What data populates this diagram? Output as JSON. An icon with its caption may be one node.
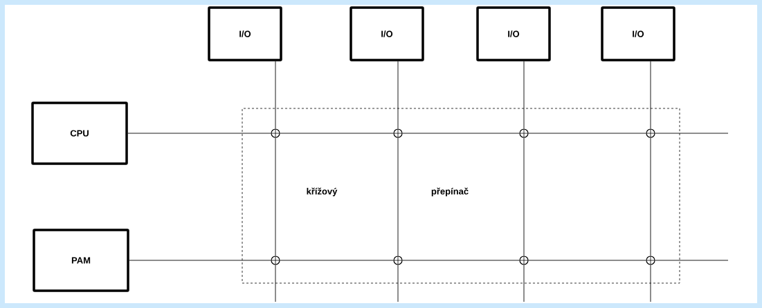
{
  "diagram": {
    "nodes": [
      {
        "text": [
          "křížový",
          "přepínač"
        ]
      },
      {
        "text": [
          "I/O"
        ]
      },
      {
        "text": [
          "I/O"
        ]
      },
      {
        "text": [
          "I/O"
        ]
      },
      {
        "text": [
          "I/O"
        ]
      },
      {
        "text": [
          "CPU"
        ]
      },
      {
        "text": [
          "PAM"
        ]
      },
      {
        "text": [],
        "shape": "circle",
        "in": 0
      },
      {
        "text": [],
        "shape": "circle",
        "in": 0
      },
      {
        "text": [],
        "shape": "circle",
        "in": 0
      },
      {
        "text": [],
        "shape": "circle",
        "in": 0
      },
      {
        "text": [],
        "shape": "circle",
        "in": 0
      },
      {
        "text": [],
        "shape": "circle",
        "in": 0
      },
      {
        "text": [],
        "shape": "circle",
        "in": 0
      },
      {
        "text": [],
        "shape": "circle",
        "in": 0
      }
    ],
    "edges": [
      {
        "from": 5,
        "to": 7,
        "arrow": "none"
      },
      {
        "from": 7,
        "to": 8,
        "arrow": "none"
      },
      {
        "from": 8,
        "to": 9,
        "arrow": "none"
      },
      {
        "from": 9,
        "to": 10,
        "arrow": "none"
      },
      {
        "from": 10,
        "to": null,
        "arrow": "none"
      },
      {
        "from": 6,
        "to": 11,
        "arrow": "none"
      },
      {
        "from": 11,
        "to": 12,
        "arrow": "none"
      },
      {
        "from": 12,
        "to": 13,
        "arrow": "none"
      },
      {
        "from": 13,
        "to": 14,
        "arrow": "none"
      },
      {
        "from": 14,
        "to": null,
        "arrow": "none"
      },
      {
        "from": 1,
        "to": 7,
        "arrow": "none"
      },
      {
        "from": 7,
        "to": 11,
        "arrow": "none"
      },
      {
        "from": 11,
        "to": null,
        "arrow": "none"
      },
      {
        "from": 2,
        "to": 8,
        "arrow": "none"
      },
      {
        "from": 8,
        "to": 12,
        "arrow": "none"
      },
      {
        "from": 12,
        "to": null,
        "arrow": "none"
      },
      {
        "from": 3,
        "to": 9,
        "arrow": "none"
      },
      {
        "from": 9,
        "to": 13,
        "arrow": "none"
      },
      {
        "from": 13,
        "to": null,
        "arrow": "none"
      },
      {
        "from": 4,
        "to": 10,
        "arrow": "none"
      },
      {
        "from": 10,
        "to": 14,
        "arrow": "none"
      },
      {
        "from": 14,
        "to": null,
        "arrow": "none"
      }
    ]
  }
}
